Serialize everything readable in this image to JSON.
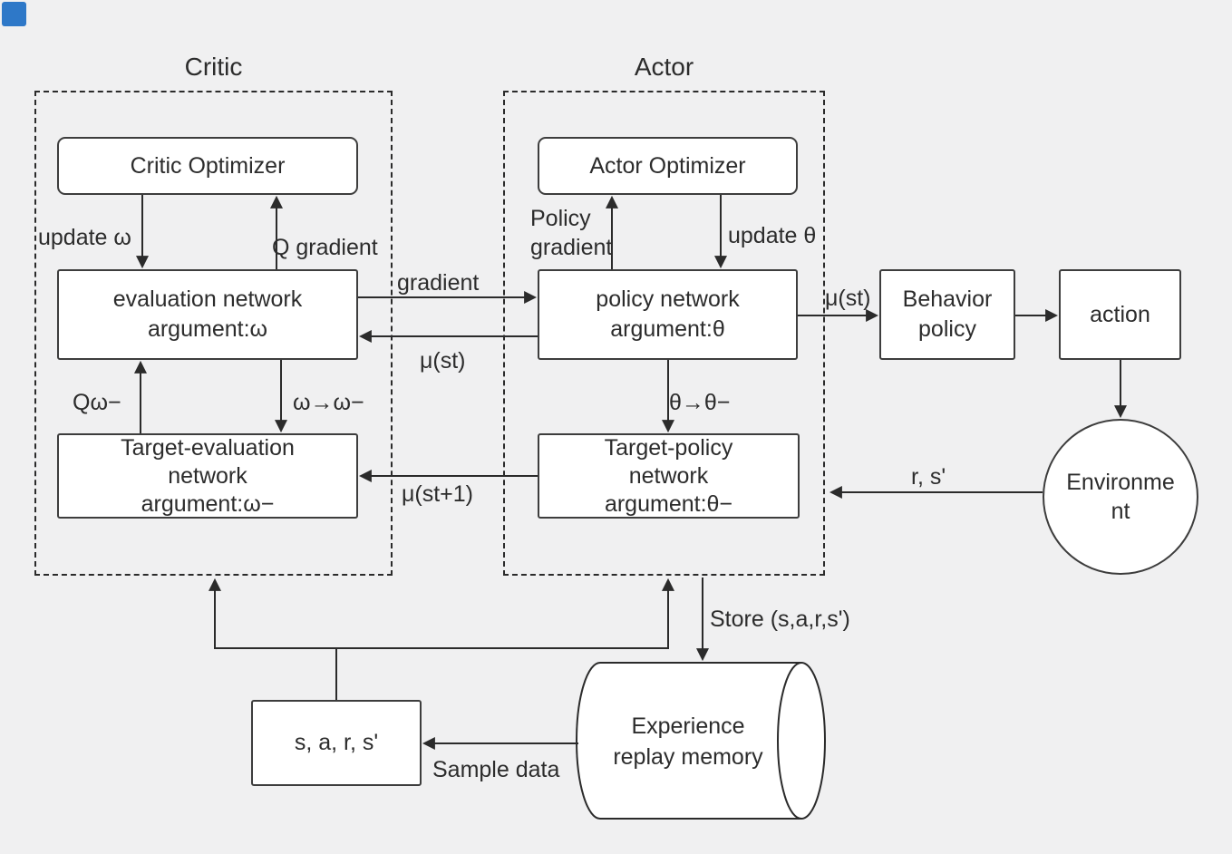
{
  "canvas": {
    "background": "#f0f0f1",
    "accent_square_color": "#2e78c8",
    "stroke_color": "#2b2b2b",
    "box_border_color": "#3d3d3d"
  },
  "groups": {
    "critic": {
      "label": "Critic"
    },
    "actor": {
      "label": "Actor"
    }
  },
  "nodes": {
    "critic_optimizer": {
      "label": "Critic Optimizer"
    },
    "actor_optimizer": {
      "label": "Actor Optimizer"
    },
    "evaluation_network": {
      "line1": "evaluation network",
      "line2": "argument:ω"
    },
    "policy_network": {
      "line1": "policy network",
      "line2": "argument:θ"
    },
    "target_evaluation_network": {
      "line1": "Target-evaluation",
      "line2": "network",
      "line3": "argument:ω−"
    },
    "target_policy_network": {
      "line1": "Target-policy",
      "line2": "network",
      "line3": "argument:θ−"
    },
    "behavior_policy": {
      "line1": "Behavior",
      "line2": "policy"
    },
    "action": {
      "label": "action"
    },
    "environment": {
      "line1": "Environme",
      "line2": "nt"
    },
    "sample_tuple": {
      "label": "s, a, r, s'"
    },
    "experience_replay": {
      "line1": "Experience",
      "line2": "replay memory"
    }
  },
  "edge_labels": {
    "update_omega": "update ω",
    "q_gradient": "Q gradient",
    "q_omega_minus": "Qω−",
    "omega_to_target": "ω→ω−",
    "policy_gradient_line1": "Policy",
    "policy_gradient_line2": "gradient",
    "update_theta": "update θ",
    "theta_to_target": "θ→θ−",
    "gradient": "gradient",
    "mu_st_between": "μ(st)",
    "mu_st_plus1": "μ(st+1)",
    "mu_st_out": "μ(st)",
    "reward_state": "r, s'",
    "store": "Store (s,a,r,s')",
    "sample_data": "Sample data"
  }
}
